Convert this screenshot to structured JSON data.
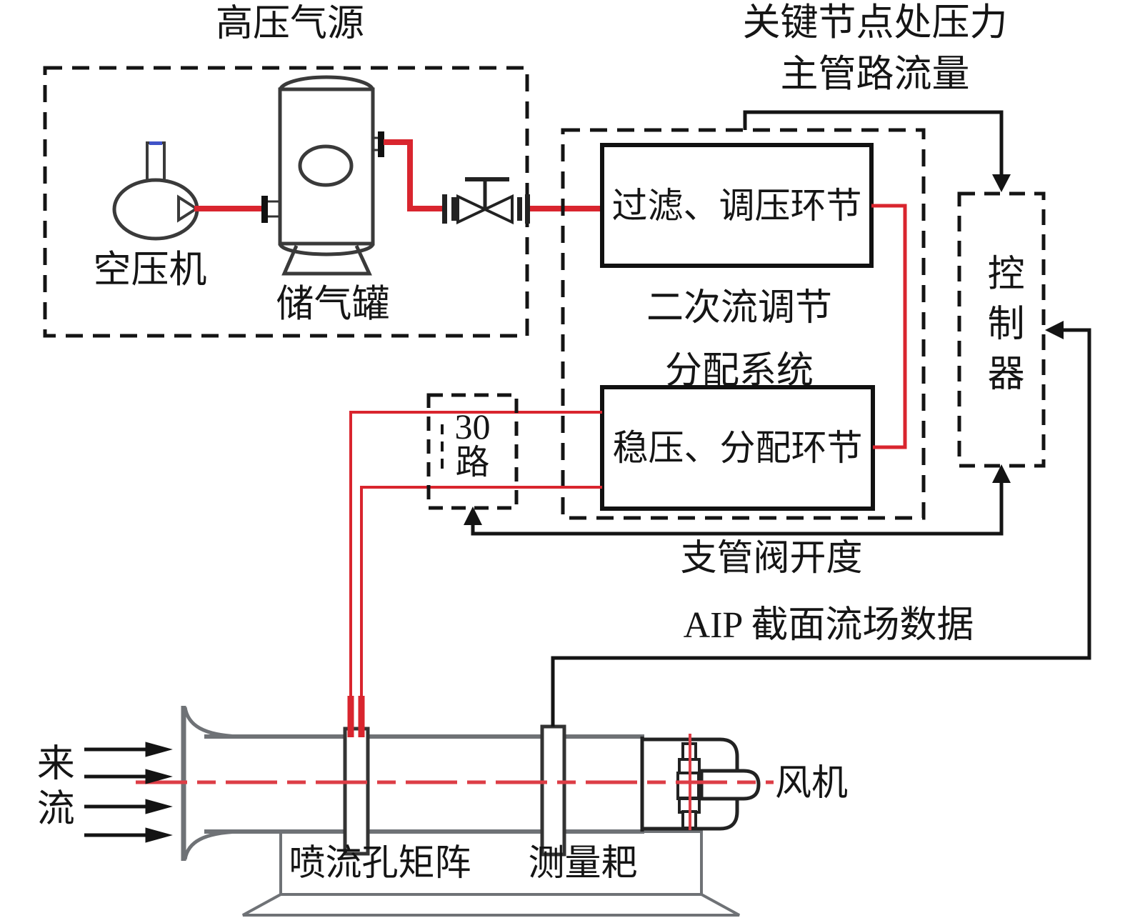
{
  "diagram": {
    "title_area": {
      "hp_source": "高压气源",
      "keynode_line1": "关键节点处压力",
      "keynode_line2": "主管路流量"
    },
    "labels": {
      "compressor": "空压机",
      "tank": "储气罐",
      "filter_stage": "过滤、调压环节",
      "secondary_line1": "二次流调节",
      "secondary_line2": "分配系统",
      "stabilize_stage": "稳压、分配环节",
      "channels_count": "30",
      "channels_word": "路",
      "controller": "控制器",
      "branch_valve": "支管阀开度",
      "aip_data": "AIP 截面流场数据",
      "inflow": "来流",
      "jet_matrix": "喷流孔矩阵",
      "rake": "测量耙",
      "fan": "风机"
    },
    "colors": {
      "pipe_red": "#d9252e",
      "centerline_red": "#dd3d46",
      "line_black": "#141414",
      "duct_gray": "#6f7276",
      "stem_blue": "#4053c8"
    }
  }
}
